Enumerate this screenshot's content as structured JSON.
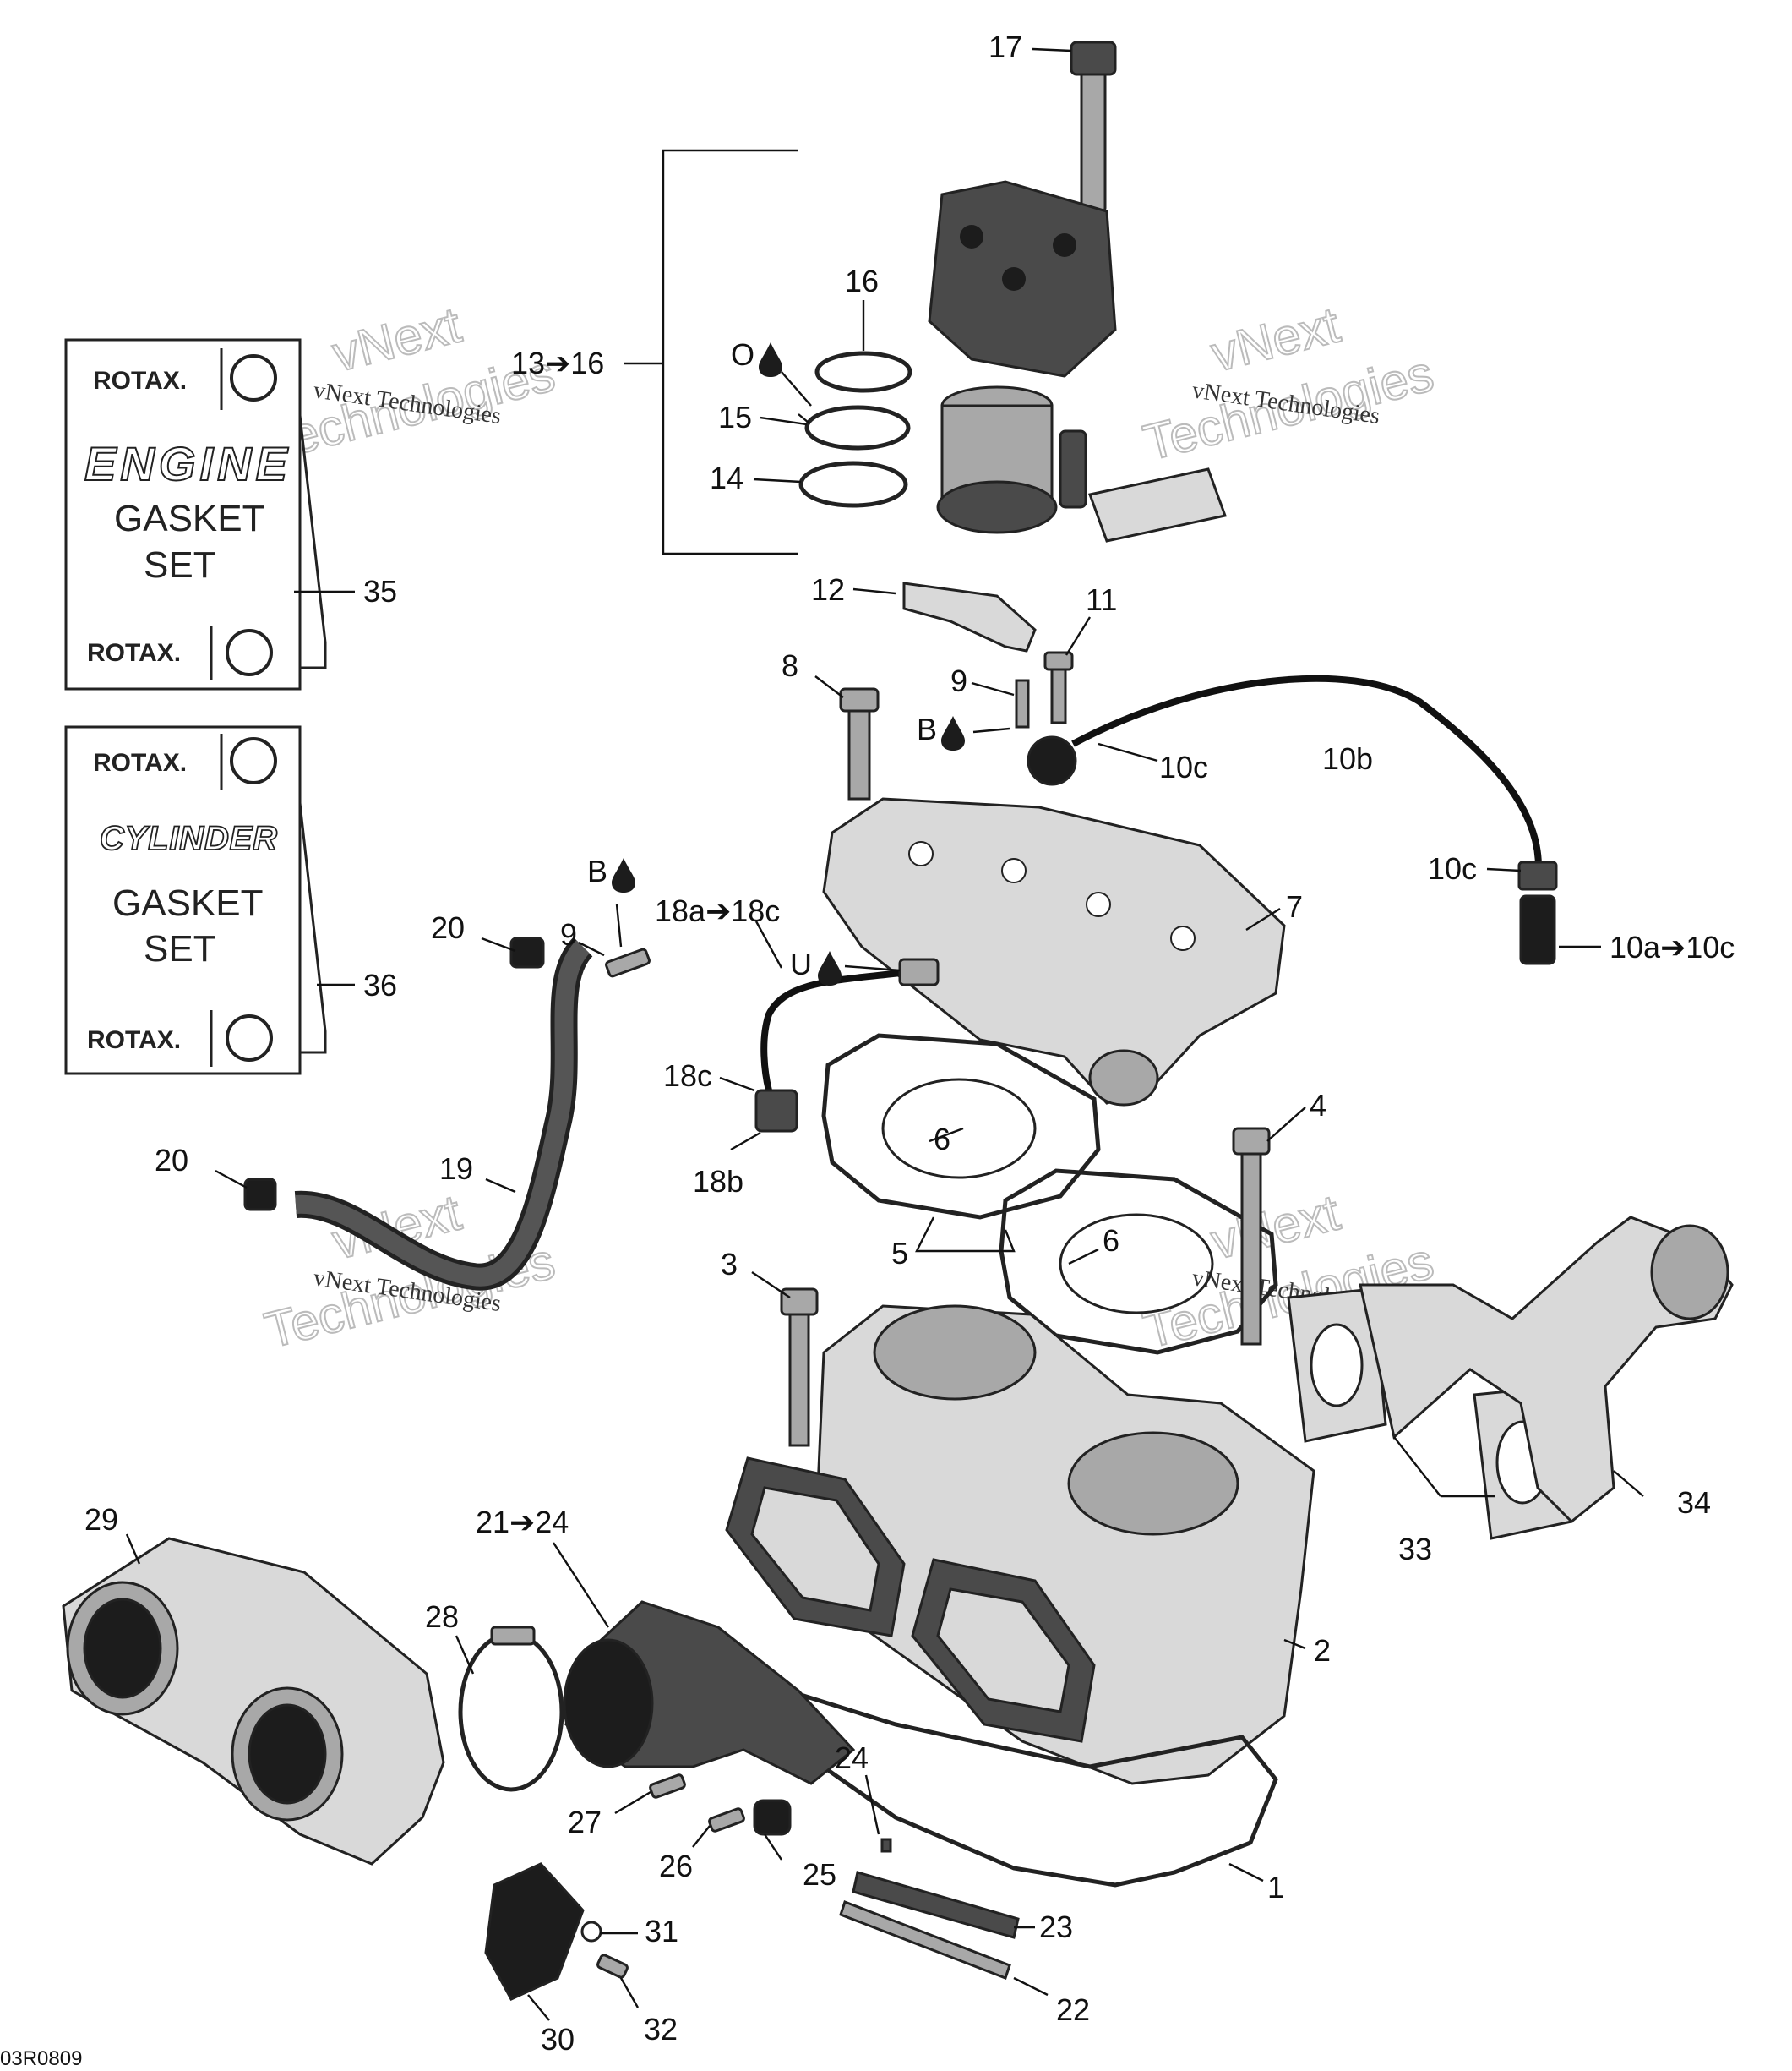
{
  "diagram": {
    "figure_code": "03R0809",
    "watermark": {
      "line1": "vNext Technologies",
      "line2": "vNext",
      "line3": "Technologies"
    },
    "cards": {
      "engine": {
        "brand": "ROTAX.",
        "title": "ENGINE",
        "sub1": "GASKET",
        "sub2": "SET"
      },
      "cylinder": {
        "brand": "ROTAX.",
        "title": "CYLINDER",
        "sub1": "GASKET",
        "sub2": "SET"
      }
    },
    "lubricant_marks": {
      "o": "O",
      "b": "B",
      "u": "U"
    },
    "callouts": {
      "c1": "1",
      "c2": "2",
      "c3": "3",
      "c4": "4",
      "c5": "5",
      "c6a": "6",
      "c6b": "6",
      "c7": "7",
      "c8": "8",
      "c9a": "9",
      "c9b": "9",
      "c10b": "10b",
      "c10c_a": "10c",
      "c10c_b": "10c",
      "c10a": "10a➔10c",
      "c11": "11",
      "c12": "12",
      "c13": "13➔16",
      "c14": "14",
      "c15": "15",
      "c16": "16",
      "c17": "17",
      "c18": "18a➔18c",
      "c18b": "18b",
      "c18c": "18c",
      "c19": "19",
      "c20a": "20",
      "c20b": "20",
      "c21": "21➔24",
      "c22": "22",
      "c23": "23",
      "c24": "24",
      "c25": "25",
      "c26": "26",
      "c27": "27",
      "c28": "28",
      "c29": "29",
      "c30": "30",
      "c31": "31",
      "c32": "32",
      "c33": "33",
      "c34": "34",
      "c35": "35",
      "c36": "36"
    }
  }
}
